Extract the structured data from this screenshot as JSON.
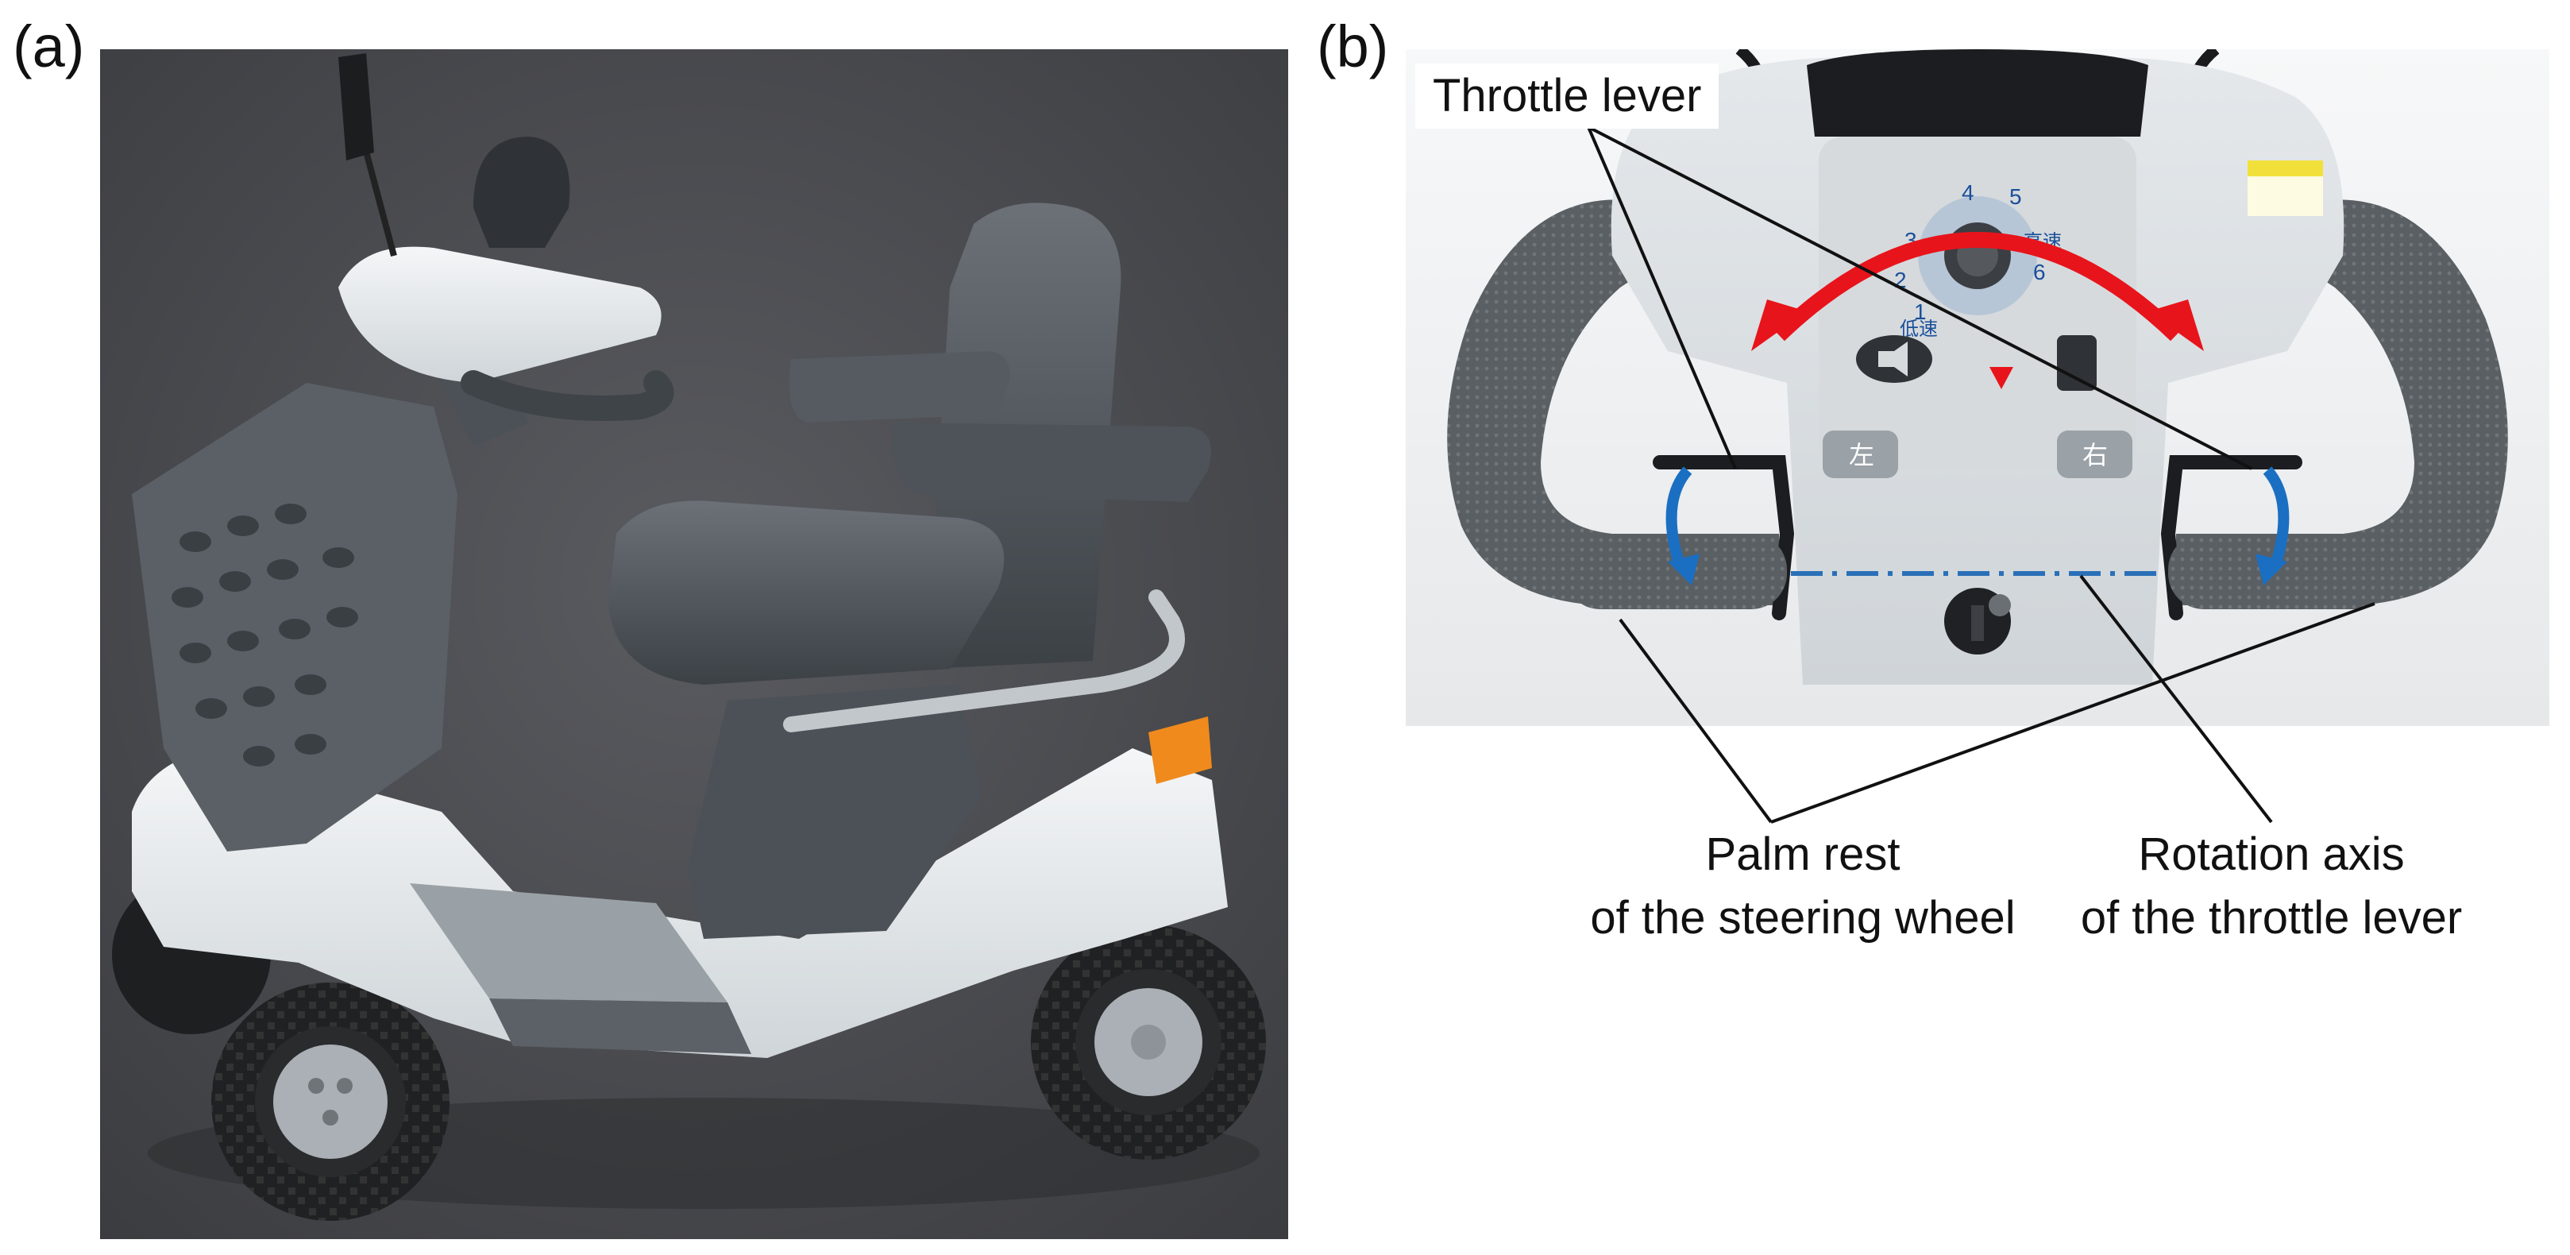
{
  "panel_a": {
    "label": "(a)"
  },
  "panel_b": {
    "label": "(b)",
    "annotations": {
      "throttle_lever": "Throttle lever",
      "palm_rest_line1": "Palm rest",
      "palm_rest_line2": "of the steering wheel",
      "rotation_axis_line1": "Rotation axis",
      "rotation_axis_line2": "of the throttle lever"
    },
    "panel_glyphs": {
      "left_button": "左",
      "right_button": "右",
      "high_speed": "高速",
      "low_speed": "低速",
      "speed_numbers": [
        "1",
        "2",
        "3",
        "4",
        "5",
        "6"
      ]
    }
  },
  "colors": {
    "rotation_arrow_red": "#e8141b",
    "lever_arrow_blue": "#1a6fc2",
    "axis_line_blue": "#2a70b8",
    "scooter_body": "#e9ecee",
    "scooter_dark": "#4b5157",
    "road_asphalt": "#4a4b4f"
  }
}
